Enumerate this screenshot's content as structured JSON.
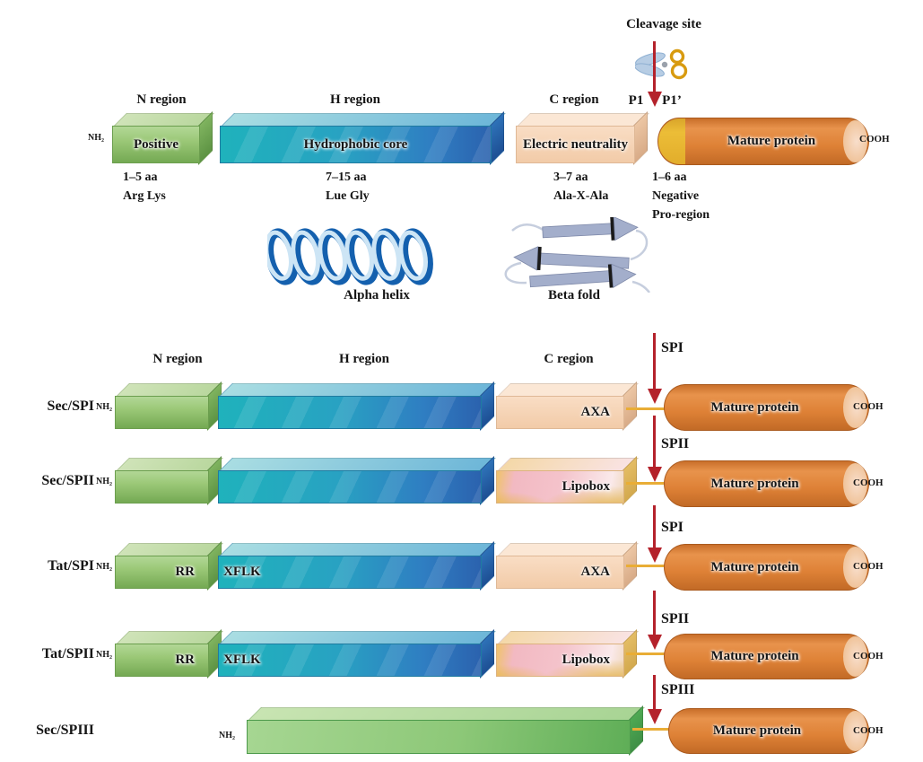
{
  "top": {
    "cleavage_site": "Cleavage site",
    "p1": "P1",
    "p1_prime": "P1’",
    "nh2": "NH₂",
    "cooh": "COOH",
    "n_region": "N region",
    "h_region": "H region",
    "c_region": "C region",
    "n_box": "Positive",
    "h_box": "Hydrophobic core",
    "c_box": "Electric neutrality",
    "mature": "Mature protein",
    "n_aa": "1–5 aa",
    "n_res": "Arg Lys",
    "h_aa": "7–15 aa",
    "h_res": "Lue Gly",
    "c_aa": "3–7 aa",
    "c_res": "Ala-X-Ala",
    "pro_aa": "1–6 aa",
    "pro_line2": "Negative",
    "pro_line3": "Pro-region",
    "alpha_helix": "Alpha helix",
    "beta_fold": "Beta fold"
  },
  "bottom": {
    "n_region": "N region",
    "h_region": "H region",
    "c_region": "C region",
    "rows": [
      {
        "name": "Sec/SPI",
        "nh2": "NH₂",
        "c_label": "AXA",
        "enzyme": "SPI",
        "mature": "Mature protein",
        "cooh": "COOH"
      },
      {
        "name": "Sec/SPII",
        "nh2": "NH₂",
        "c_label": "Lipobox",
        "enzyme": "SPII",
        "mature": "Mature protein",
        "cooh": "COOH"
      },
      {
        "name": "Tat/SPI",
        "nh2": "NH₂",
        "n_label": "RR",
        "h_label": "XFLK",
        "c_label": "AXA",
        "enzyme": "SPI",
        "mature": "Mature protein",
        "cooh": "COOH"
      },
      {
        "name": "Tat/SPII",
        "nh2": "NH₂",
        "n_label": "RR",
        "h_label": "XFLK",
        "c_label": "Lipobox",
        "enzyme": "SPII",
        "mature": "Mature protein",
        "cooh": "COOH"
      },
      {
        "name": "Sec/SPIII",
        "nh2": "NH₂",
        "enzyme": "SPIII",
        "mature": "Mature protein",
        "cooh": "COOH"
      }
    ]
  },
  "colors": {
    "n_region_green": "#8fbf6e",
    "h_region_teal": "#25a9bd",
    "h_region_blue": "#2b62ae",
    "c_region_peach": "#f5d2b2",
    "lipobox_pink": "#f4c3cb",
    "lipobox_gold": "#eec05e",
    "pro_region_yellow": "#e8b52e",
    "mature_orange": "#de8136",
    "cleavage_arrow_red": "#b4222b",
    "connector_yellow": "#e9ad36",
    "sec_spiii_green": "#8dc878"
  },
  "icons": {
    "scissors": "scissors-icon",
    "alpha_helix": "alpha-helix-illustration",
    "beta_fold": "beta-fold-illustration"
  }
}
